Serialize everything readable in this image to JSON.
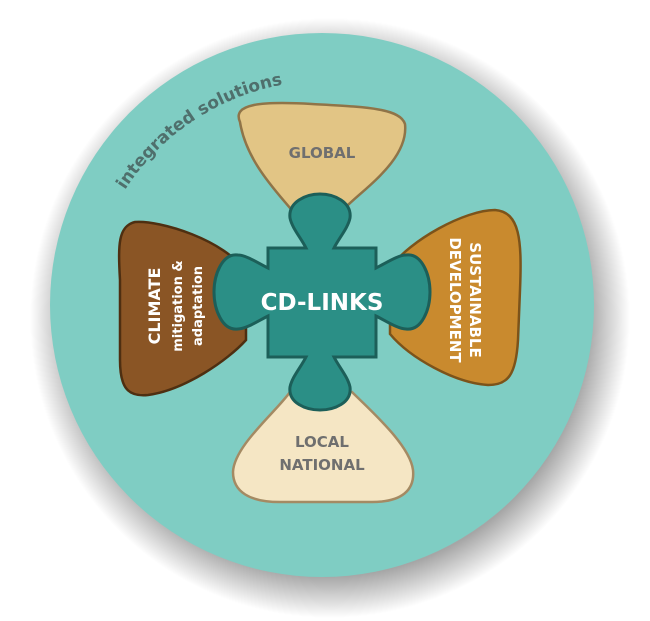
{
  "outer_ring_label": "integrated solutions",
  "center_label": "CD-LINKS",
  "top_label": "GLOBAL",
  "bottom_label_line1": "LOCAL",
  "bottom_label_line2": "NATIONAL",
  "left_label_line1": "CLIMATE",
  "left_label_line2": "mitigation &",
  "left_label_line3": "adaptation",
  "right_label_line1": "SUSTAINABLE",
  "right_label_line2": "DEVELOPMENT",
  "colors": {
    "circle": "#7fcdc3",
    "center": "#2b8f86",
    "top_petal": "#e2c585",
    "bottom_petal": "#f5e6c4",
    "left_petal": "#8a5525",
    "right_petal": "#c98a2e",
    "grey_text": "#6f6f6f",
    "white_text": "#ffffff"
  }
}
